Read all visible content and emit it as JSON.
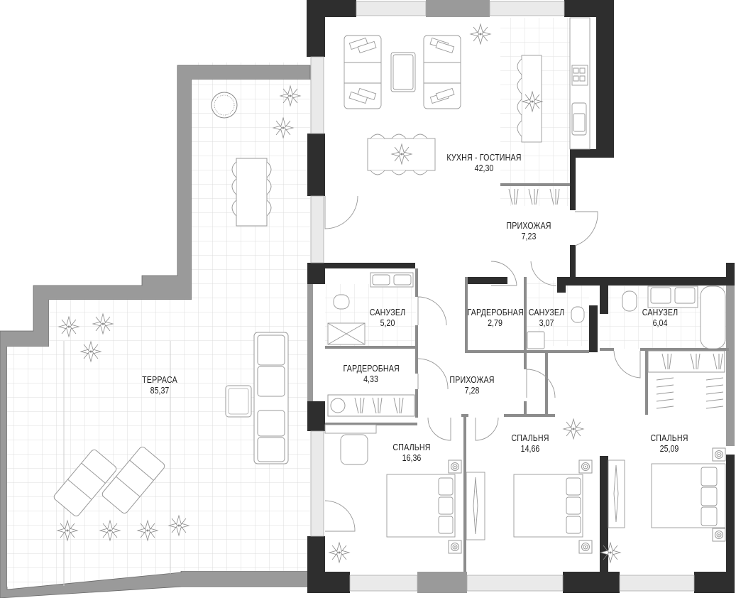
{
  "plan": {
    "colors": {
      "exterior_wall": "#2e2e2e",
      "terrace_wall": "#9a9a9a",
      "partition": "#8c8c8c",
      "tile_line": "#e2e2e2",
      "window": "#e6e6e6",
      "furniture_stroke": "#9a9a9a",
      "text": "#1c1c1c"
    },
    "rooms": [
      {
        "id": "kitchen-living",
        "name": "КУХНЯ - ГОСТИНАЯ",
        "area": "42,30"
      },
      {
        "id": "hallway-1",
        "name": "ПРИХОЖАЯ",
        "area": "7,23"
      },
      {
        "id": "bathroom-1",
        "name": "САНУЗЕЛ",
        "area": "5,20"
      },
      {
        "id": "wardrobe-1",
        "name": "ГАРДЕРОБНАЯ",
        "area": "2,79"
      },
      {
        "id": "bathroom-2",
        "name": "САНУЗЕЛ",
        "area": "3,07"
      },
      {
        "id": "bathroom-3",
        "name": "САНУЗЕЛ",
        "area": "6,04"
      },
      {
        "id": "wardrobe-2",
        "name": "ГАРДЕРОБНАЯ",
        "area": "4,33"
      },
      {
        "id": "hallway-2",
        "name": "ПРИХОЖАЯ",
        "area": "7,28"
      },
      {
        "id": "terrace",
        "name": "ТЕРРАСА",
        "area": "85,37"
      },
      {
        "id": "bedroom-1",
        "name": "СПАЛЬНЯ",
        "area": "16,36"
      },
      {
        "id": "bedroom-2",
        "name": "СПАЛЬНЯ",
        "area": "14,66"
      },
      {
        "id": "bedroom-3",
        "name": "СПАЛЬНЯ",
        "area": "25,09"
      }
    ]
  }
}
